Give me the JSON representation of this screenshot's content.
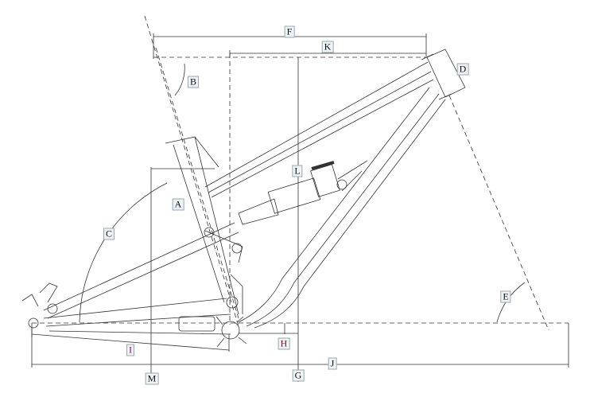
{
  "labels": {
    "F": "F",
    "K": "K",
    "B": "B",
    "D": "D",
    "L": "L",
    "A": "A",
    "C": "C",
    "E": "E",
    "I": "I",
    "H": "H",
    "G": "G",
    "J": "J",
    "M": "M"
  },
  "colors": {
    "line": "#333333",
    "label_I": "#a0008a",
    "label_H": "#8a1020"
  }
}
